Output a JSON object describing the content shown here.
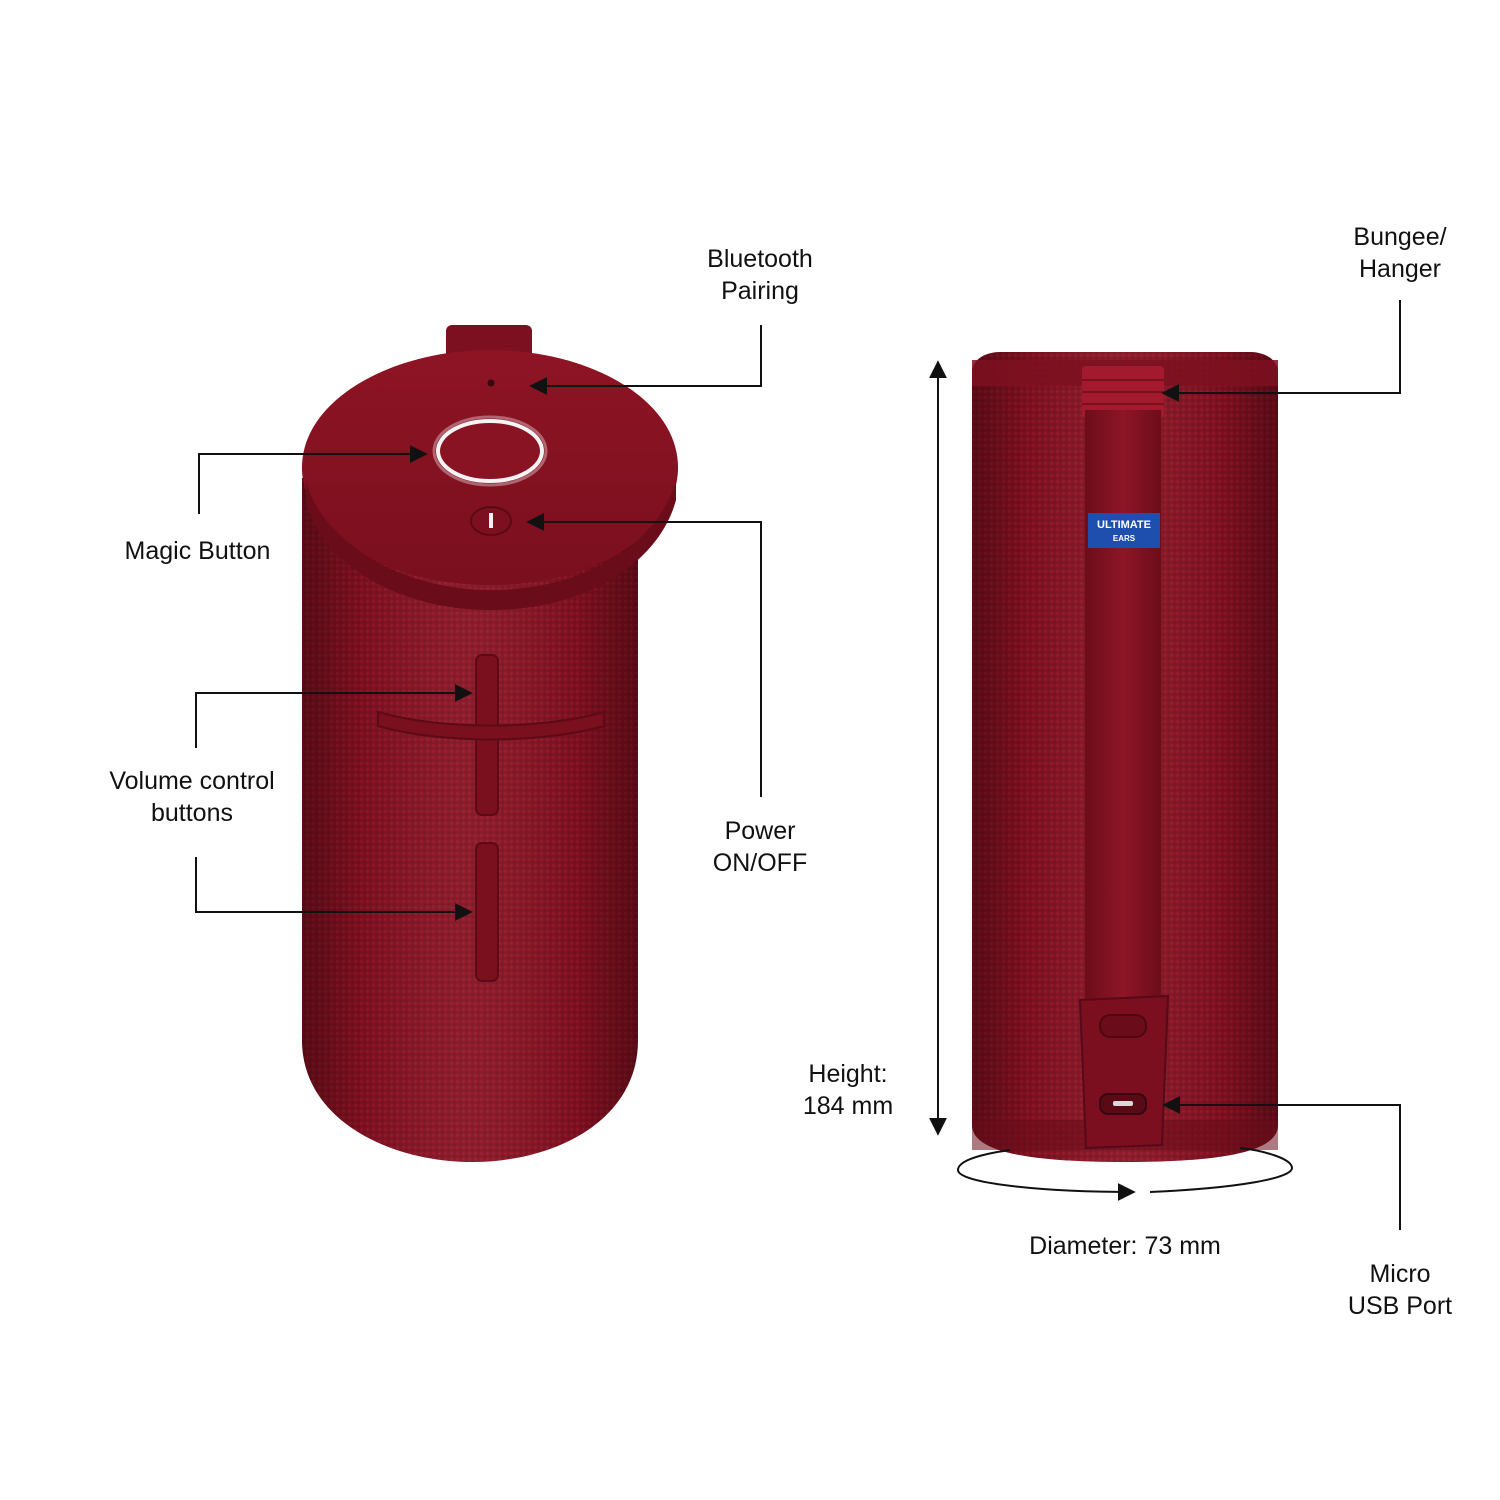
{
  "labels": {
    "bluetooth_pairing": [
      "Bluetooth",
      "Pairing"
    ],
    "magic_button": [
      "Magic Button"
    ],
    "volume_control": [
      "Volume control",
      "buttons"
    ],
    "power": [
      "Power",
      "ON/OFF"
    ],
    "bungee": [
      "Bungee/",
      "Hanger"
    ],
    "height": [
      "Height:",
      "184 mm"
    ],
    "diameter": [
      "Diameter: 73 mm"
    ],
    "micro_usb": [
      "Micro",
      "USB Port"
    ]
  },
  "brand_badge": {
    "line1": "ULTIMATE",
    "line2": "EARS"
  },
  "colors": {
    "speaker_body": "#8a1222",
    "speaker_dark": "#5e0a16",
    "speaker_light": "#a81c30",
    "badge_blue": "#1f4fae",
    "line": "#111111",
    "background": "#ffffff"
  }
}
